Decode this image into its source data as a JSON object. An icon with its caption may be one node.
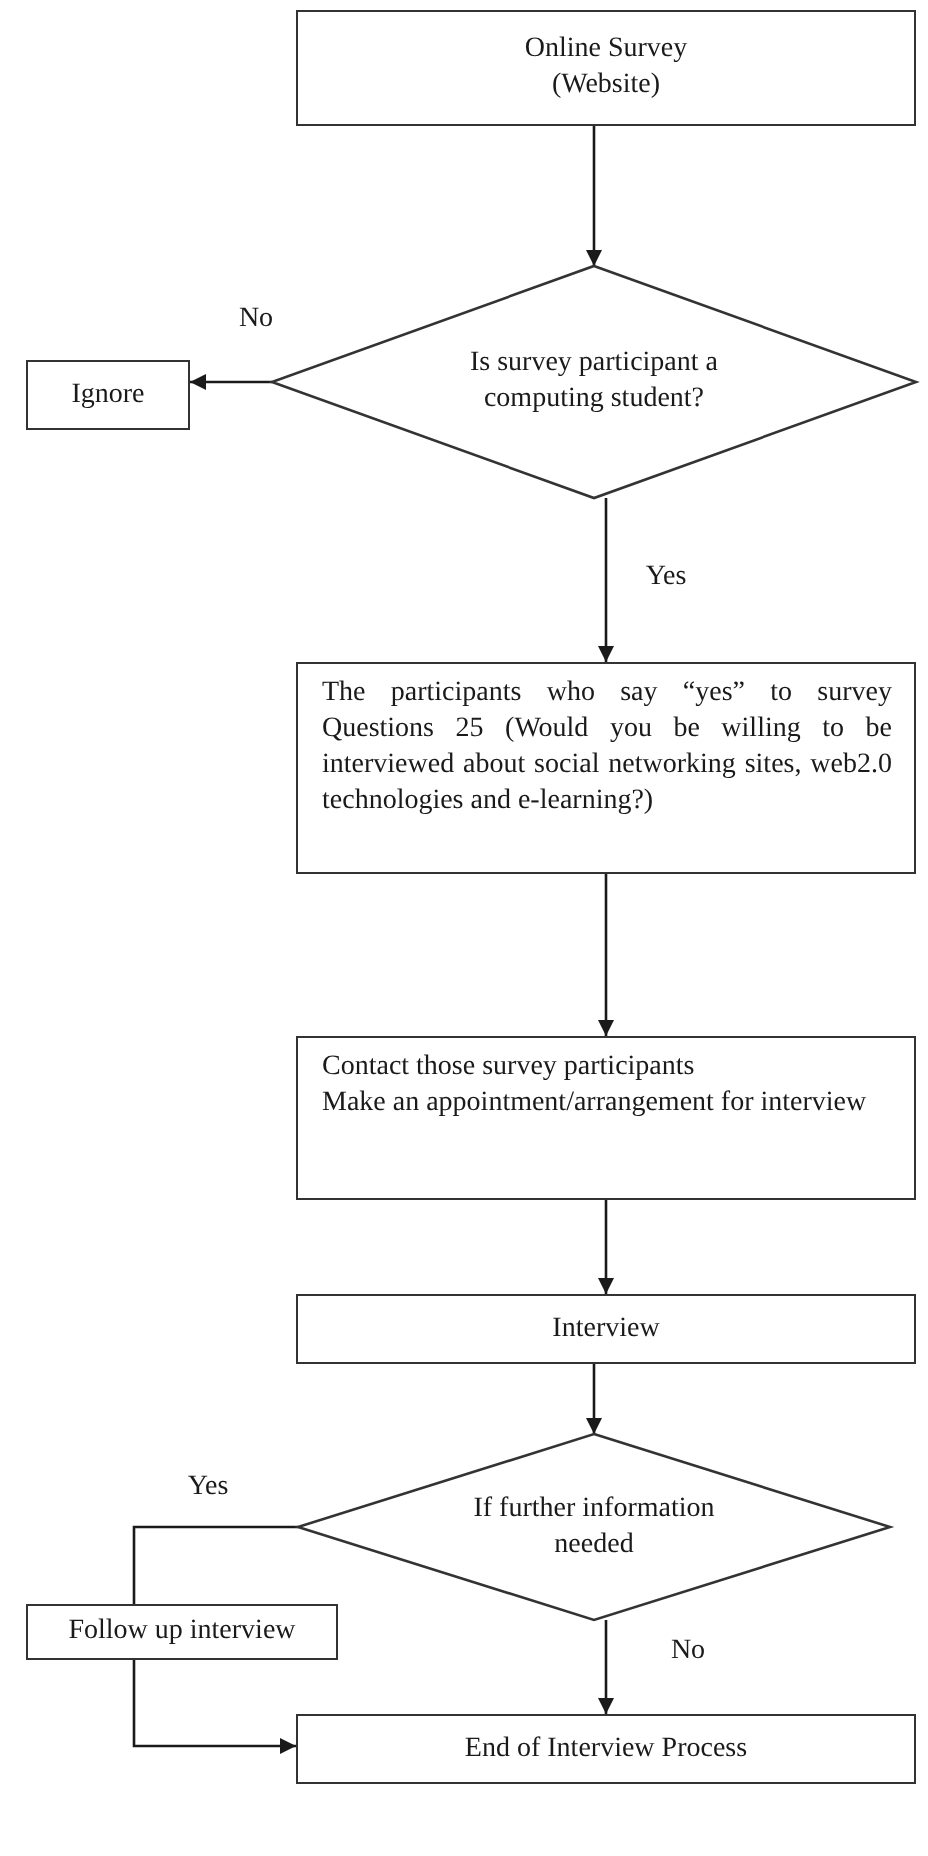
{
  "diagram": {
    "nodes": [
      {
        "text": [
          "Online Survey (Website)"
        ]
      },
      {
        "text": [
          "Is survey participant a computing student?"
        ]
      },
      {
        "text": [
          "Ignore"
        ]
      },
      {
        "text": [
          "The participants who say “yes” to survey Questions 25 (Would you be willing to be interviewed about social networking sites, web2.0 technologies and e-learning?)"
        ]
      },
      {
        "text": [
          "Contact those survey participants",
          "Make an appointment/arrangement for interview"
        ]
      },
      {
        "text": [
          "Interview"
        ]
      },
      {
        "text": [
          "If further information needed"
        ]
      },
      {
        "text": [
          "Follow up interview"
        ]
      },
      {
        "text": [
          "End of Interview Process"
        ]
      }
    ],
    "edges": [
      {
        "from": 0,
        "to": 1,
        "arrow": "to"
      },
      {
        "from": 1,
        "to": 2,
        "arrow": "to",
        "label": "No"
      },
      {
        "from": 1,
        "to": 3,
        "arrow": "to",
        "label": "Yes"
      },
      {
        "from": 3,
        "to": 4,
        "arrow": "to"
      },
      {
        "from": 4,
        "to": 5,
        "arrow": "to"
      },
      {
        "from": 5,
        "to": 6,
        "arrow": "to"
      },
      {
        "from": 6,
        "to": 7,
        "arrow": "none",
        "label": "Yes"
      },
      {
        "from": 7,
        "to": 8,
        "arrow": "to"
      },
      {
        "from": 6,
        "to": 8,
        "arrow": "to",
        "label": "No"
      }
    ]
  }
}
